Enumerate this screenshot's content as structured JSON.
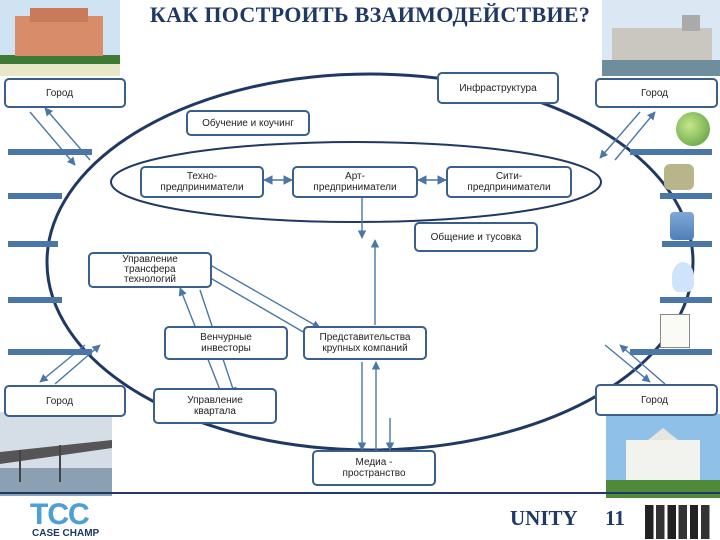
{
  "title": "КАК ПОСТРОИТЬ ВЗАИМОДЕЙСТВИЕ?",
  "nodes": {
    "city_tl": "Город",
    "city_tr": "Город",
    "city_bl": "Город",
    "city_br": "Город",
    "infrastructure": "Инфраструктура",
    "learning": "Обучение и коучинг",
    "techno": "Техно-\nпредприниматели",
    "art": "Арт-\nпредприниматели",
    "city_ent": "Сити-\nпредприниматели",
    "communication": "Общение и тусовка",
    "tech_transfer": "Управление\nтрансфера\nтехнологий",
    "venture": "Венчурные\nинвесторы",
    "representations": "Представительства\nкрупных компаний",
    "district": "Управление\nквартала",
    "media": "Медиа -\nпространство"
  },
  "footer": {
    "brand": "UNITY",
    "page": "11",
    "logo_letters": "TCC",
    "logo_sub": "CASE CHAMP"
  },
  "colors": {
    "box_border": "#3a5f8a",
    "arrow": "#4a77a8",
    "ellipse": "#1f3864",
    "title": "#1f3864"
  }
}
